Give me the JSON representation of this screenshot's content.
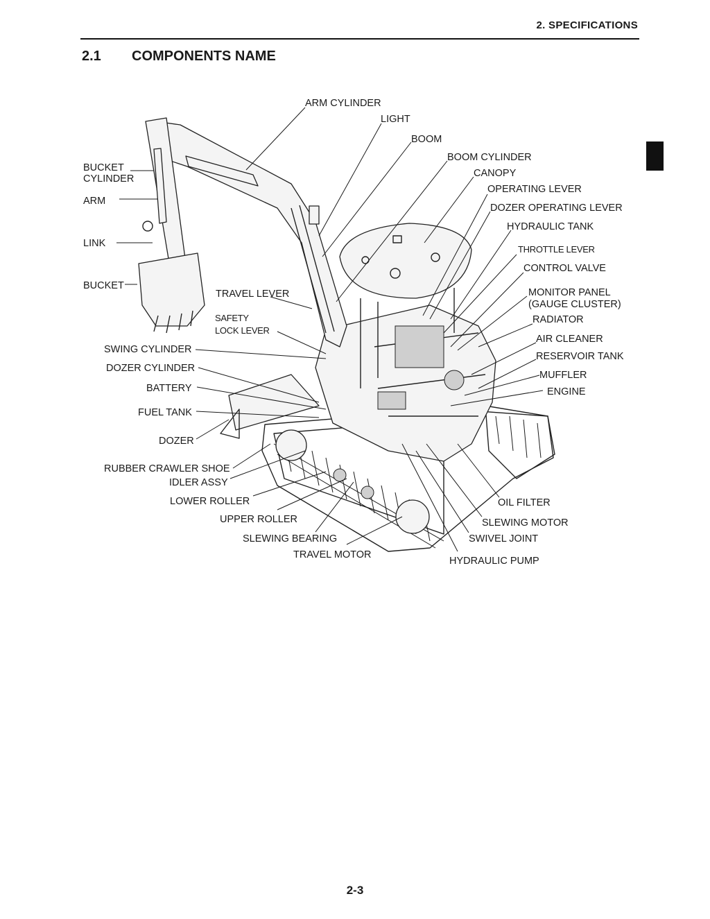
{
  "header": {
    "section": "2. SPECIFICATIONS"
  },
  "section": {
    "number": "2.1",
    "title": "COMPONENTS NAME"
  },
  "labels": {
    "arm_cylinder": "ARM CYLINDER",
    "light": "LIGHT",
    "boom": "BOOM",
    "boom_cylinder": "BOOM CYLINDER",
    "canopy": "CANOPY",
    "operating_lever": "OPERATING LEVER",
    "dozer_operating_lever": "DOZER OPERATING LEVER",
    "hydraulic_tank": "HYDRAULIC TANK",
    "throttle_lever": "THROTTLE LEVER",
    "control_valve": "CONTROL VALVE",
    "monitor_panel": "MONITOR PANEL",
    "gauge_cluster": "(GAUGE CLUSTER)",
    "radiator": "RADIATOR",
    "air_cleaner": "AIR CLEANER",
    "reservoir_tank": "RESERVOIR TANK",
    "muffler": "MUFFLER",
    "engine": "ENGINE",
    "bucket_cylinder_1": "BUCKET",
    "bucket_cylinder_2": "CYLINDER",
    "arm": "ARM",
    "link": "LINK",
    "bucket": "BUCKET",
    "travel_lever": "TRAVEL LEVER",
    "safety_lock_1": "SAFETY",
    "safety_lock_2": "LOCK LEVER",
    "swing_cylinder": "SWING CYLINDER",
    "dozer_cylinder": "DOZER CYLINDER",
    "battery": "BATTERY",
    "fuel_tank": "FUEL TANK",
    "dozer": "DOZER",
    "rubber_crawler_shoe": "RUBBER CRAWLER SHOE",
    "idler_assy": "IDLER ASSY",
    "lower_roller": "LOWER ROLLER",
    "upper_roller": "UPPER ROLLER",
    "slewing_bearing": "SLEWING BEARING",
    "travel_motor": "TRAVEL MOTOR",
    "oil_filter": "OIL FILTER",
    "slewing_motor": "SLEWING MOTOR",
    "swivel_joint": "SWIVEL JOINT",
    "hydraulic_pump": "HYDRAULIC PUMP"
  },
  "page_number": "2-3"
}
